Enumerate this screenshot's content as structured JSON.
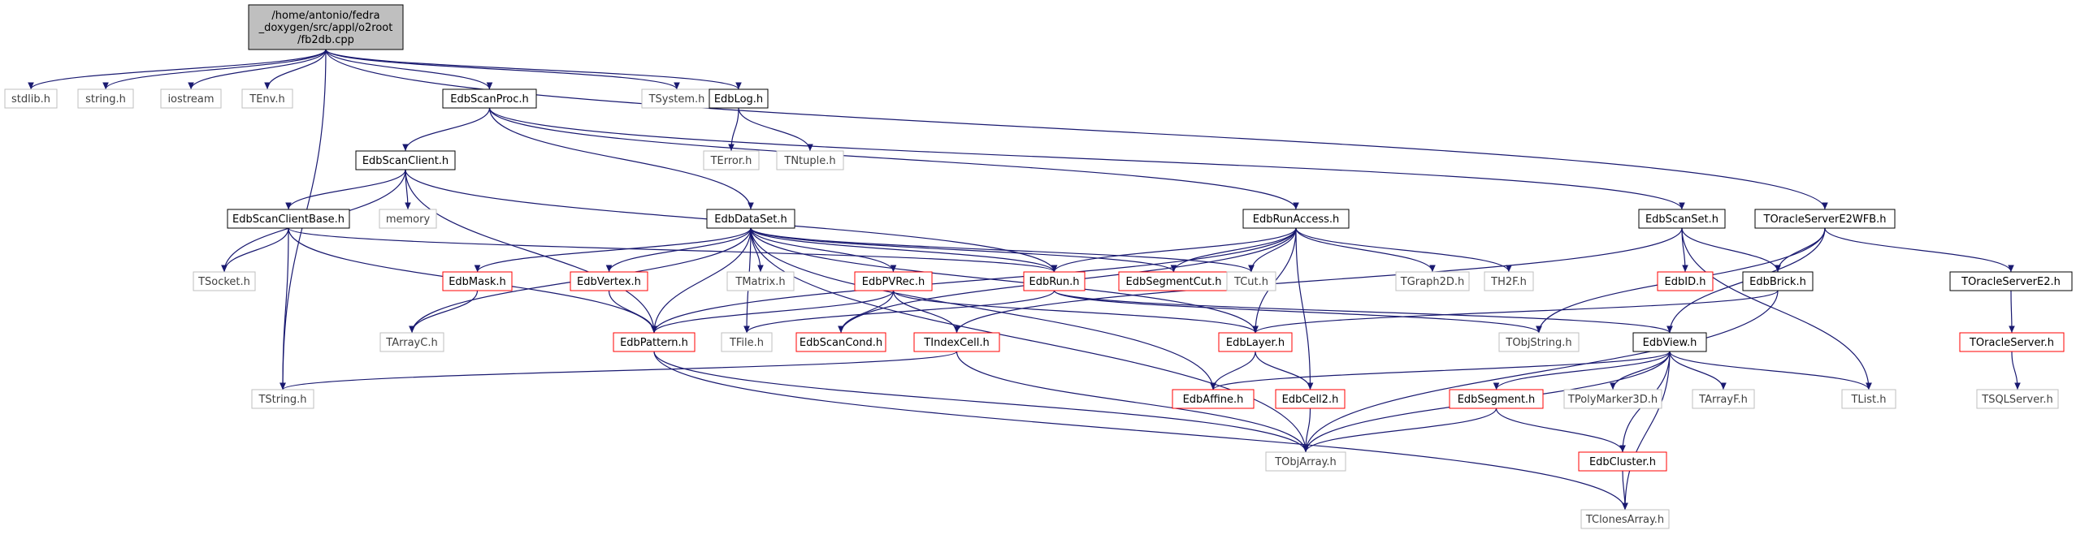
{
  "colors": {
    "edge": "#191970",
    "root_fill": "#bfbfbf",
    "normal_border": "#000000",
    "linked_border": "#ff0000",
    "external_border": "#bfbfbf",
    "external_text": "#3f3f3f",
    "normal_text": "#000000"
  },
  "nodes": [
    {
      "id": "root",
      "lines": [
        "/home/antonio/fedra",
        "_doxygen/src/appl/o2root",
        "/fb2db.cpp"
      ],
      "style": "root"
    },
    {
      "id": "stdlib",
      "lines": [
        "stdlib.h"
      ],
      "style": "external"
    },
    {
      "id": "string",
      "lines": [
        "string.h"
      ],
      "style": "external"
    },
    {
      "id": "iostream",
      "lines": [
        "iostream"
      ],
      "style": "external"
    },
    {
      "id": "TEnv",
      "lines": [
        "TEnv.h"
      ],
      "style": "external"
    },
    {
      "id": "EdbScanProc",
      "lines": [
        "EdbScanProc.h"
      ],
      "style": "normal"
    },
    {
      "id": "TSystem",
      "lines": [
        "TSystem.h"
      ],
      "style": "external"
    },
    {
      "id": "EdbLog",
      "lines": [
        "EdbLog.h"
      ],
      "style": "normal"
    },
    {
      "id": "TError",
      "lines": [
        "TError.h"
      ],
      "style": "external"
    },
    {
      "id": "TNtuple",
      "lines": [
        "TNtuple.h"
      ],
      "style": "external"
    },
    {
      "id": "EdbScanClient",
      "lines": [
        "EdbScanClient.h"
      ],
      "style": "normal"
    },
    {
      "id": "EdbScanClientBase",
      "lines": [
        "EdbScanClientBase.h"
      ],
      "style": "normal"
    },
    {
      "id": "memory",
      "lines": [
        "memory"
      ],
      "style": "external"
    },
    {
      "id": "EdbDataSet",
      "lines": [
        "EdbDataSet.h"
      ],
      "style": "normal"
    },
    {
      "id": "EdbRunAccess",
      "lines": [
        "EdbRunAccess.h"
      ],
      "style": "normal"
    },
    {
      "id": "EdbScanSet",
      "lines": [
        "EdbScanSet.h"
      ],
      "style": "normal"
    },
    {
      "id": "TOracleServerE2WFB",
      "lines": [
        "TOracleServerE2WFB.h"
      ],
      "style": "normal"
    },
    {
      "id": "TSocket",
      "lines": [
        "TSocket.h"
      ],
      "style": "external"
    },
    {
      "id": "EdbMask",
      "lines": [
        "EdbMask.h"
      ],
      "style": "linked"
    },
    {
      "id": "EdbVertex",
      "lines": [
        "EdbVertex.h"
      ],
      "style": "linked"
    },
    {
      "id": "TMatrix",
      "lines": [
        "TMatrix.h"
      ],
      "style": "external"
    },
    {
      "id": "EdbPVRec",
      "lines": [
        "EdbPVRec.h"
      ],
      "style": "linked"
    },
    {
      "id": "EdbRun",
      "lines": [
        "EdbRun.h"
      ],
      "style": "linked"
    },
    {
      "id": "EdbSegmentCut",
      "lines": [
        "EdbSegmentCut.h"
      ],
      "style": "linked"
    },
    {
      "id": "TCut",
      "lines": [
        "TCut.h"
      ],
      "style": "external"
    },
    {
      "id": "TGraph2D",
      "lines": [
        "TGraph2D.h"
      ],
      "style": "external"
    },
    {
      "id": "TH2F",
      "lines": [
        "TH2F.h"
      ],
      "style": "external"
    },
    {
      "id": "EdbID",
      "lines": [
        "EdbID.h"
      ],
      "style": "linked"
    },
    {
      "id": "EdbBrick",
      "lines": [
        "EdbBrick.h"
      ],
      "style": "normal"
    },
    {
      "id": "TOracleServerE2",
      "lines": [
        "TOracleServerE2.h"
      ],
      "style": "normal"
    },
    {
      "id": "TArrayC",
      "lines": [
        "TArrayC.h"
      ],
      "style": "external"
    },
    {
      "id": "EdbPattern",
      "lines": [
        "EdbPattern.h"
      ],
      "style": "linked"
    },
    {
      "id": "TFile",
      "lines": [
        "TFile.h"
      ],
      "style": "external"
    },
    {
      "id": "EdbScanCond",
      "lines": [
        "EdbScanCond.h"
      ],
      "style": "linked"
    },
    {
      "id": "TIndexCell",
      "lines": [
        "TIndexCell.h"
      ],
      "style": "linked"
    },
    {
      "id": "EdbLayer",
      "lines": [
        "EdbLayer.h"
      ],
      "style": "linked"
    },
    {
      "id": "TObjString",
      "lines": [
        "TObjString.h"
      ],
      "style": "external"
    },
    {
      "id": "EdbView",
      "lines": [
        "EdbView.h"
      ],
      "style": "normal"
    },
    {
      "id": "TOracleServer",
      "lines": [
        "TOracleServer.h"
      ],
      "style": "linked"
    },
    {
      "id": "TString",
      "lines": [
        "TString.h"
      ],
      "style": "external"
    },
    {
      "id": "EdbAffine",
      "lines": [
        "EdbAffine.h"
      ],
      "style": "linked"
    },
    {
      "id": "EdbCell2",
      "lines": [
        "EdbCell2.h"
      ],
      "style": "linked"
    },
    {
      "id": "EdbSegment",
      "lines": [
        "EdbSegment.h"
      ],
      "style": "linked"
    },
    {
      "id": "TPolyMarker3D",
      "lines": [
        "TPolyMarker3D.h"
      ],
      "style": "external"
    },
    {
      "id": "TArrayF",
      "lines": [
        "TArrayF.h"
      ],
      "style": "external"
    },
    {
      "id": "TList",
      "lines": [
        "TList.h"
      ],
      "style": "external"
    },
    {
      "id": "TSQLServer",
      "lines": [
        "TSQLServer.h"
      ],
      "style": "external"
    },
    {
      "id": "TObjArray",
      "lines": [
        "TObjArray.h"
      ],
      "style": "external"
    },
    {
      "id": "EdbCluster",
      "lines": [
        "EdbCluster.h"
      ],
      "style": "linked"
    },
    {
      "id": "TClonesArray",
      "lines": [
        "TClonesArray.h"
      ],
      "style": "external"
    }
  ],
  "edges": [
    [
      "root",
      "stdlib"
    ],
    [
      "root",
      "string"
    ],
    [
      "root",
      "iostream"
    ],
    [
      "root",
      "TEnv"
    ],
    [
      "root",
      "EdbScanProc"
    ],
    [
      "root",
      "TSystem"
    ],
    [
      "root",
      "EdbLog"
    ],
    [
      "root",
      "TString"
    ],
    [
      "root",
      "TOracleServerE2WFB"
    ],
    [
      "EdbLog",
      "TError"
    ],
    [
      "EdbLog",
      "TNtuple"
    ],
    [
      "EdbScanProc",
      "EdbScanClient"
    ],
    [
      "EdbScanProc",
      "EdbDataSet"
    ],
    [
      "EdbScanProc",
      "EdbRunAccess"
    ],
    [
      "EdbScanProc",
      "EdbScanSet"
    ],
    [
      "EdbScanClient",
      "EdbScanClientBase"
    ],
    [
      "EdbScanClient",
      "memory"
    ],
    [
      "EdbScanClient",
      "TSocket"
    ],
    [
      "EdbScanClient",
      "EdbRun"
    ],
    [
      "EdbScanClient",
      "EdbPattern"
    ],
    [
      "EdbScanClientBase",
      "TSocket"
    ],
    [
      "EdbScanClientBase",
      "TString"
    ],
    [
      "EdbScanClientBase",
      "EdbPattern"
    ],
    [
      "EdbScanClientBase",
      "EdbRun"
    ],
    [
      "EdbDataSet",
      "EdbMask"
    ],
    [
      "EdbDataSet",
      "EdbVertex"
    ],
    [
      "EdbDataSet",
      "TMatrix"
    ],
    [
      "EdbDataSet",
      "EdbPVRec"
    ],
    [
      "EdbDataSet",
      "EdbRun"
    ],
    [
      "EdbDataSet",
      "EdbSegmentCut"
    ],
    [
      "EdbDataSet",
      "TCut"
    ],
    [
      "EdbDataSet",
      "TArrayC"
    ],
    [
      "EdbDataSet",
      "EdbPattern"
    ],
    [
      "EdbDataSet",
      "TFile"
    ],
    [
      "EdbDataSet",
      "TObjArray"
    ],
    [
      "EdbDataSet",
      "EdbAffine"
    ],
    [
      "EdbDataSet",
      "EdbLayer"
    ],
    [
      "EdbRunAccess",
      "EdbRun"
    ],
    [
      "EdbRunAccess",
      "EdbSegmentCut"
    ],
    [
      "EdbRunAccess",
      "TCut"
    ],
    [
      "EdbRunAccess",
      "TGraph2D"
    ],
    [
      "EdbRunAccess",
      "TH2F"
    ],
    [
      "EdbRunAccess",
      "EdbLayer"
    ],
    [
      "EdbRunAccess",
      "EdbPattern"
    ],
    [
      "EdbRunAccess",
      "EdbScanCond"
    ],
    [
      "EdbRunAccess",
      "EdbCell2"
    ],
    [
      "EdbScanSet",
      "EdbID"
    ],
    [
      "EdbScanSet",
      "EdbBrick"
    ],
    [
      "EdbScanSet",
      "TList"
    ],
    [
      "EdbScanSet",
      "TIndexCell"
    ],
    [
      "TOracleServerE2WFB",
      "EdbBrick"
    ],
    [
      "TOracleServerE2WFB",
      "TOracleServerE2"
    ],
    [
      "TOracleServerE2WFB",
      "EdbView"
    ],
    [
      "TOracleServerE2WFB",
      "TObjString"
    ],
    [
      "TOracleServerE2",
      "TOracleServer"
    ],
    [
      "TOracleServer",
      "TSQLServer"
    ],
    [
      "EdbBrick",
      "EdbLayer"
    ],
    [
      "EdbBrick",
      "TObjArray"
    ],
    [
      "EdbMask",
      "TArrayC"
    ],
    [
      "EdbVertex",
      "EdbPattern"
    ],
    [
      "EdbPVRec",
      "EdbPattern"
    ],
    [
      "EdbPVRec",
      "EdbScanCond"
    ],
    [
      "EdbPVRec",
      "TIndexCell"
    ],
    [
      "EdbPVRec",
      "EdbLayer"
    ],
    [
      "EdbRun",
      "EdbView"
    ],
    [
      "EdbRun",
      "TObjString"
    ],
    [
      "EdbRun",
      "TFile"
    ],
    [
      "EdbPattern",
      "TObjArray"
    ],
    [
      "EdbPattern",
      "TClonesArray"
    ],
    [
      "TIndexCell",
      "TObjArray"
    ],
    [
      "TIndexCell",
      "TString"
    ],
    [
      "EdbLayer",
      "EdbAffine"
    ],
    [
      "EdbLayer",
      "EdbCell2"
    ],
    [
      "EdbCell2",
      "TObjArray"
    ],
    [
      "EdbView",
      "EdbAffine"
    ],
    [
      "EdbView",
      "EdbSegment"
    ],
    [
      "EdbView",
      "TPolyMarker3D"
    ],
    [
      "EdbView",
      "TArrayF"
    ],
    [
      "EdbView",
      "TList"
    ],
    [
      "EdbView",
      "EdbCluster"
    ],
    [
      "EdbView",
      "TClonesArray"
    ],
    [
      "EdbView",
      "TObjArray"
    ],
    [
      "EdbSegment",
      "TObjArray"
    ],
    [
      "EdbSegment",
      "EdbCluster"
    ],
    [
      "EdbCluster",
      "TClonesArray"
    ]
  ]
}
